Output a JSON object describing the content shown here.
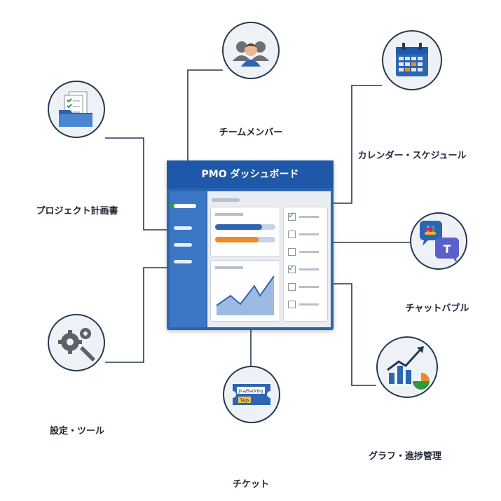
{
  "dashboard": {
    "title": "PMO ダッシュボード"
  },
  "nodes": {
    "team": {
      "label": "チームメンバー"
    },
    "calendar": {
      "label": "カレンダー・スケジュール"
    },
    "plan": {
      "label": "プロジェクト計画書"
    },
    "chat": {
      "label": "チャットバブル"
    },
    "settings": {
      "label": "設定・ツール"
    },
    "graph": {
      "label": "グラフ・進捗管理"
    },
    "ticket": {
      "label": "チケット",
      "tag1": "Jira/Backlog",
      "tag2": "Tags"
    }
  },
  "colors": {
    "accent": "#2c66b3",
    "orange": "#f08a24",
    "green": "#2e9a3a",
    "line": "#27384f"
  },
  "checklist": {
    "checked": [
      true,
      false,
      false,
      true,
      false,
      false
    ]
  }
}
